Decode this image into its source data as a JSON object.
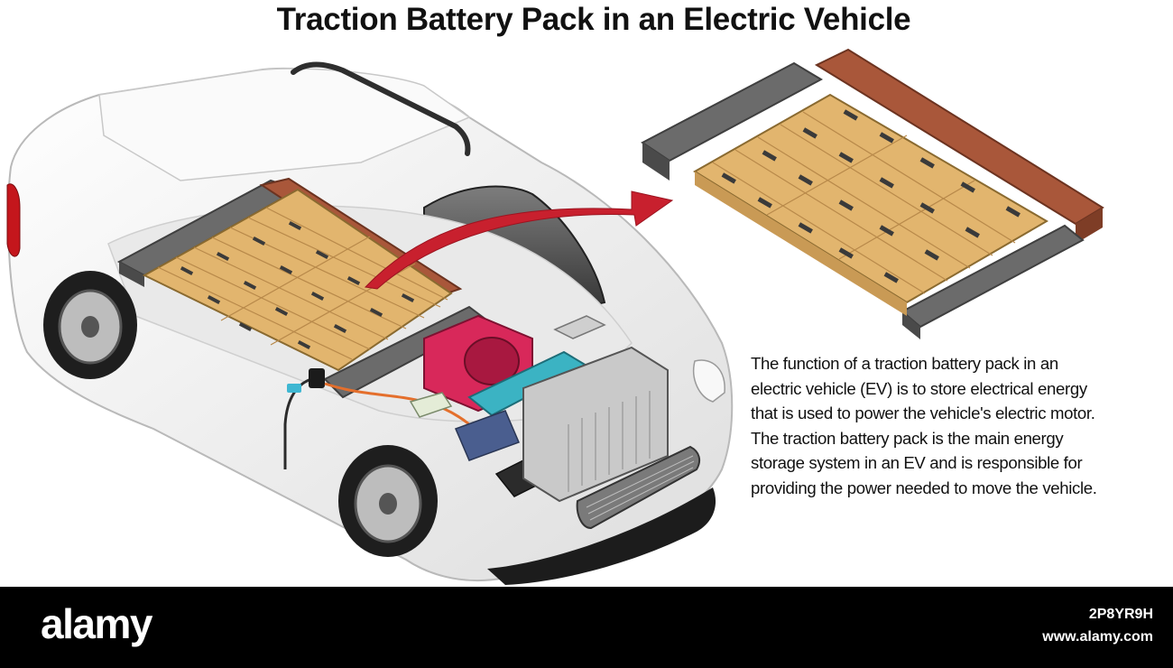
{
  "title": "Traction Battery Pack in an Electric Vehicle",
  "description": [
    "The function of a traction battery pack in an",
    "electric vehicle (EV) is to store electrical energy",
    "that is used to power the vehicle's electric motor.",
    "The traction battery pack is the main energy",
    "storage system in an EV and is responsible for",
    "providing the power needed to move the vehicle."
  ],
  "footer": {
    "logo": "alamy",
    "image_id": "2P8YR9H",
    "url": "www.alamy.com"
  },
  "colors": {
    "cell_fill": "#e2b56e",
    "terminal": "#3a3a3a",
    "copper_block": "#a9573a",
    "gray_module": "#6b6b6b",
    "arrow": "#c8202e",
    "motor": "#d8285a",
    "inverter": "#3bb3c3",
    "car_body": "#f2f2f2"
  }
}
